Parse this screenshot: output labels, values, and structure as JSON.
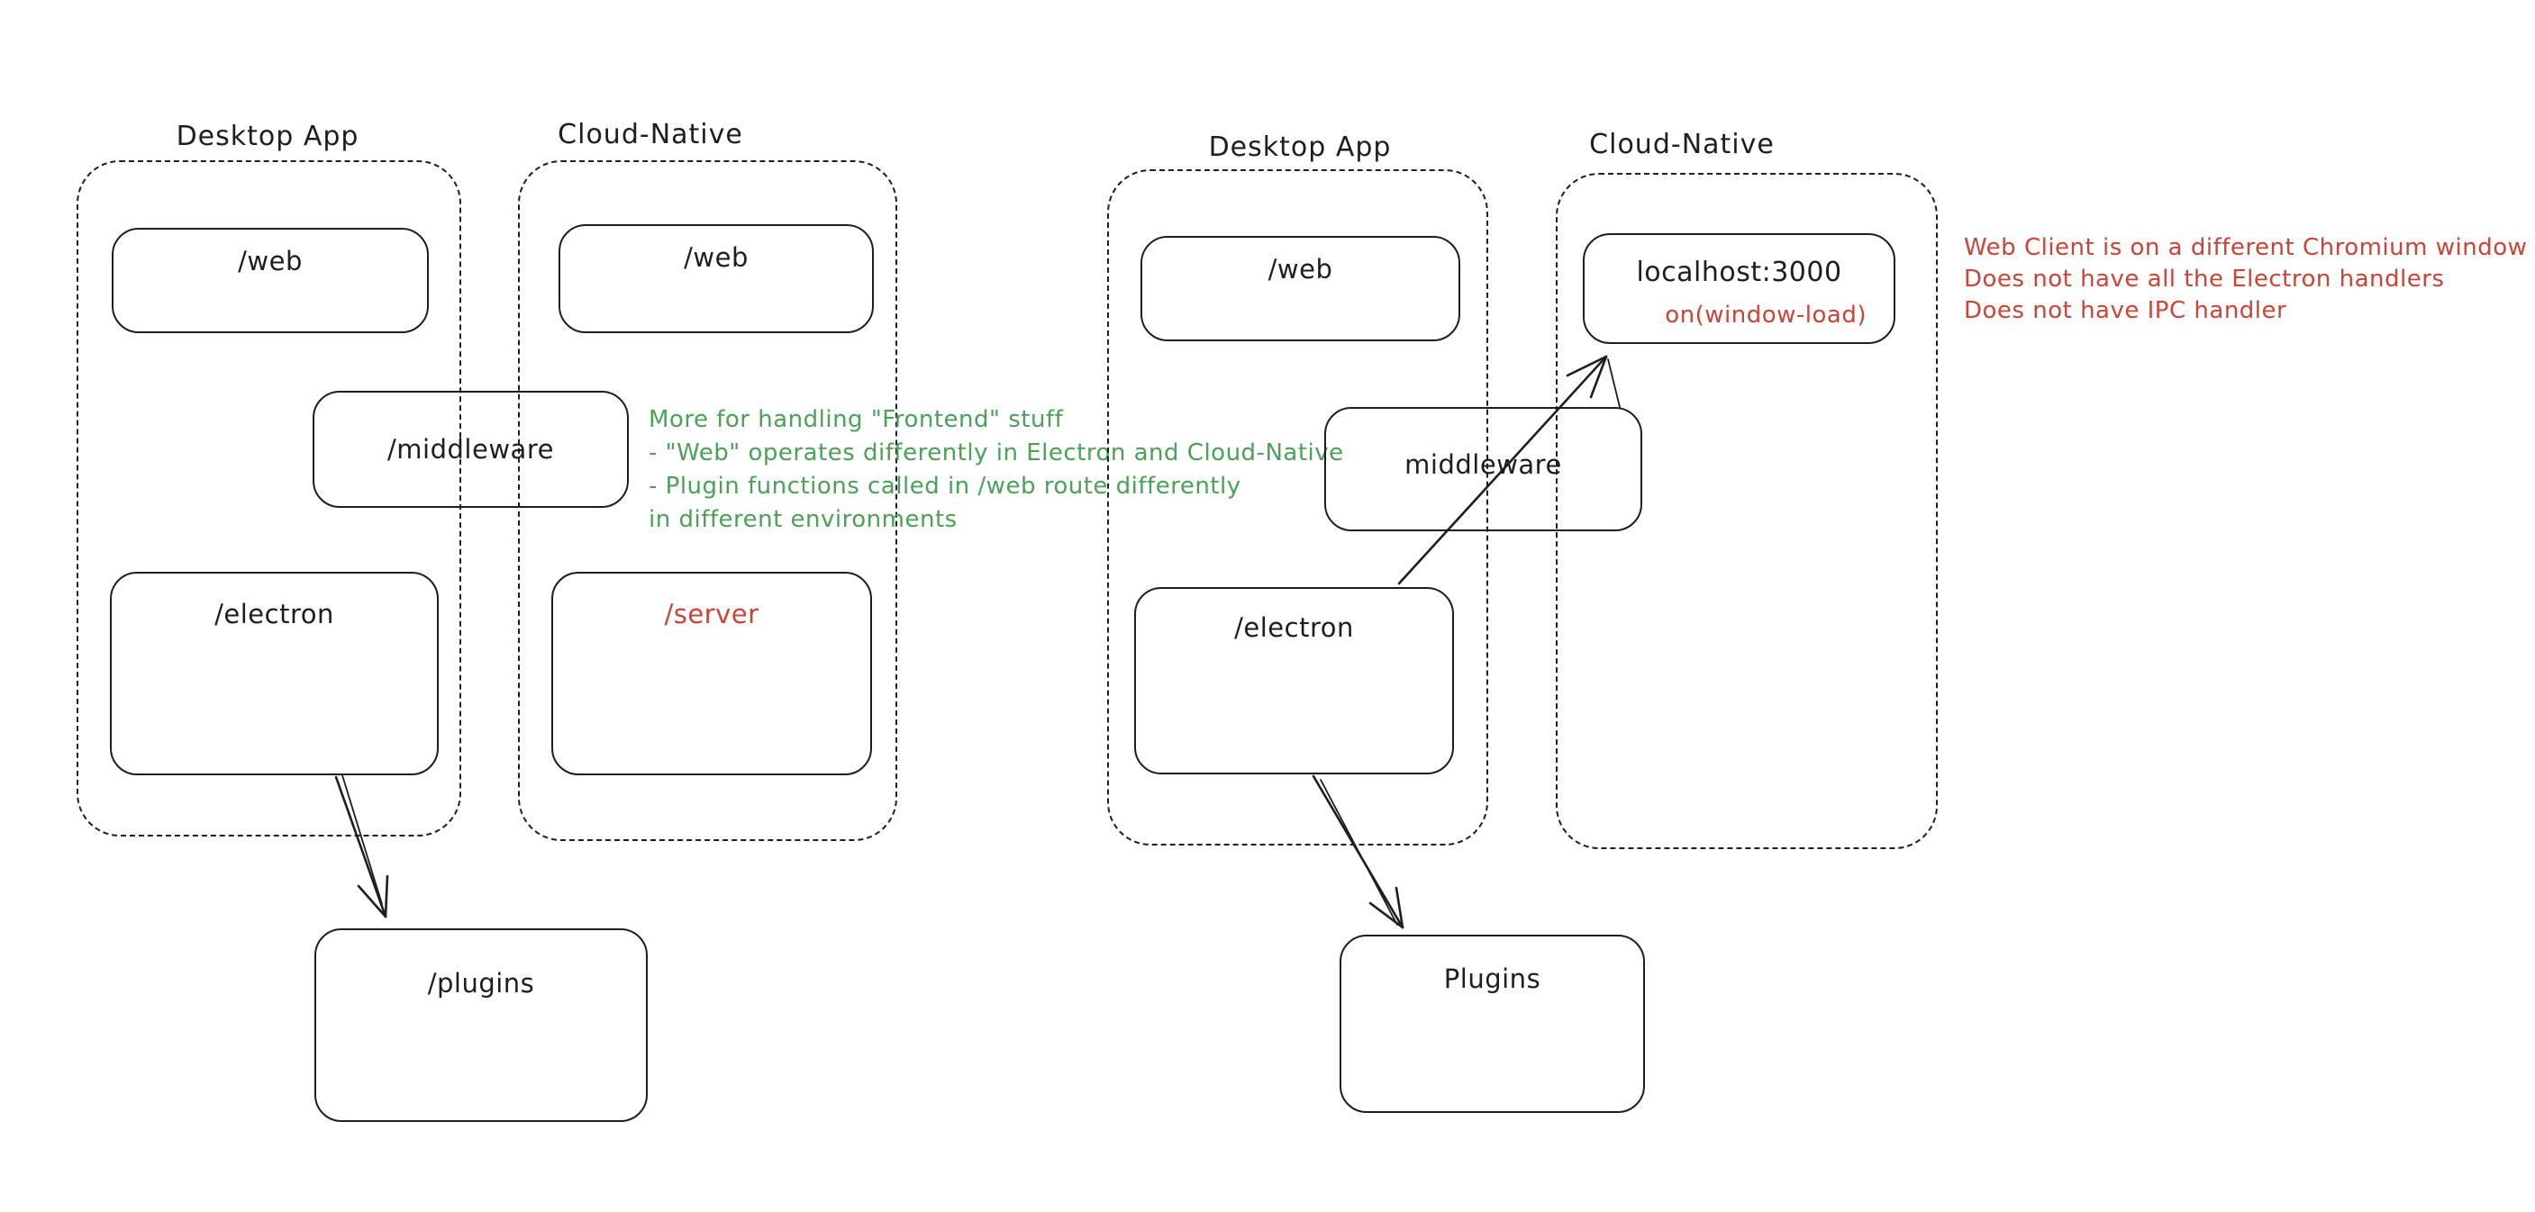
{
  "palette": {
    "ink": "#1e1e1e",
    "green": "#4aa158",
    "red": "#cb4437",
    "background": "#ffffff"
  },
  "left": {
    "desktop_app_label": "Desktop App",
    "cloud_native_label": "Cloud-Native",
    "web_desktop_label": "/web",
    "web_cloud_label": "/web",
    "middleware_label": "/middleware",
    "electron_label": "/electron",
    "server_label": "/server",
    "plugins_label": "/plugins",
    "green_note_lines": [
      "More for handling \"Frontend\" stuff",
      "- \"Web\" operates differently in Electron and Cloud-Native",
      "- Plugin functions called in /web route differently",
      "in different environments"
    ]
  },
  "right": {
    "desktop_app_label": "Desktop App",
    "cloud_native_label": "Cloud-Native",
    "web_label": "/web",
    "localhost_label": "localhost:3000",
    "window_load_label": "on(window-load)",
    "middleware_label": "middleware",
    "electron_label": "/electron",
    "plugins_label": "Plugins",
    "red_note_lines": [
      "Web Client is on a different Chromium window",
      "Does not have all the Electron handlers",
      "Does not have IPC handler"
    ]
  }
}
